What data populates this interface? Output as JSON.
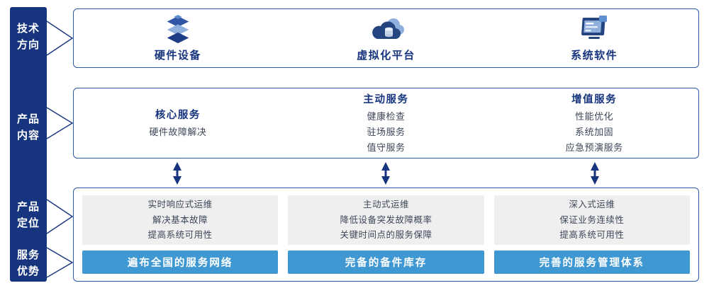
{
  "colors": {
    "navy": "#17357E",
    "border-blue": "#2E59A6",
    "banner-blue": "#3F98D2",
    "card-gray": "#EFEFEF"
  },
  "rail": {
    "items": [
      {
        "label": "技术\n方向"
      },
      {
        "label": "产品\n内容"
      },
      {
        "label": "产品\n定位"
      },
      {
        "label": "服务\n优势"
      }
    ]
  },
  "technology": {
    "items": [
      {
        "icon": "server-stack-icon",
        "label": "硬件设备"
      },
      {
        "icon": "cloud-icon",
        "label": "虚拟化平台"
      },
      {
        "icon": "software-window-icon",
        "label": "系统软件"
      }
    ]
  },
  "content": {
    "columns": [
      {
        "title": "核心服务",
        "items": [
          "硬件故障解决"
        ]
      },
      {
        "title": "主动服务",
        "items": [
          "健康检查",
          "驻场服务",
          "值守服务"
        ]
      },
      {
        "title": "增值服务",
        "items": [
          "性能优化",
          "系统加固",
          "应急预演服务"
        ]
      }
    ]
  },
  "bottom": {
    "columns": [
      {
        "positioning": [
          "实时响应式运维",
          "解决基本故障",
          "提高系统可用性"
        ],
        "banner": "遍布全国的服务网络"
      },
      {
        "positioning": [
          "主动式运维",
          "降低设备突发故障概率",
          "关键时间点的服务保障"
        ],
        "banner": "完备的备件库存"
      },
      {
        "positioning": [
          "深入式运维",
          "保证业务连续性",
          "提高系统可用性"
        ],
        "banner": "完善的服务管理体系"
      }
    ]
  }
}
